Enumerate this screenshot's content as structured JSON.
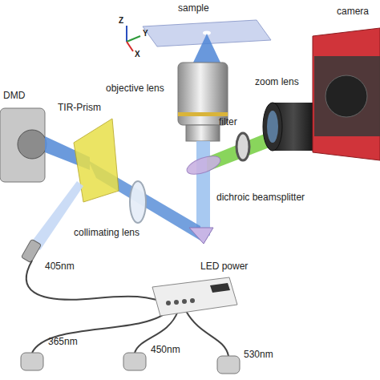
{
  "diagram": {
    "labels": [
      "sample",
      "Z",
      "Y",
      "X",
      "objective lens",
      "camera",
      "zoom lens",
      "filter",
      "DMD",
      "TIR-Prism",
      "dichroic beamsplitter",
      "collimating lens",
      "405nm",
      "LED power",
      "365nm",
      "450nm",
      "530nm"
    ]
  }
}
